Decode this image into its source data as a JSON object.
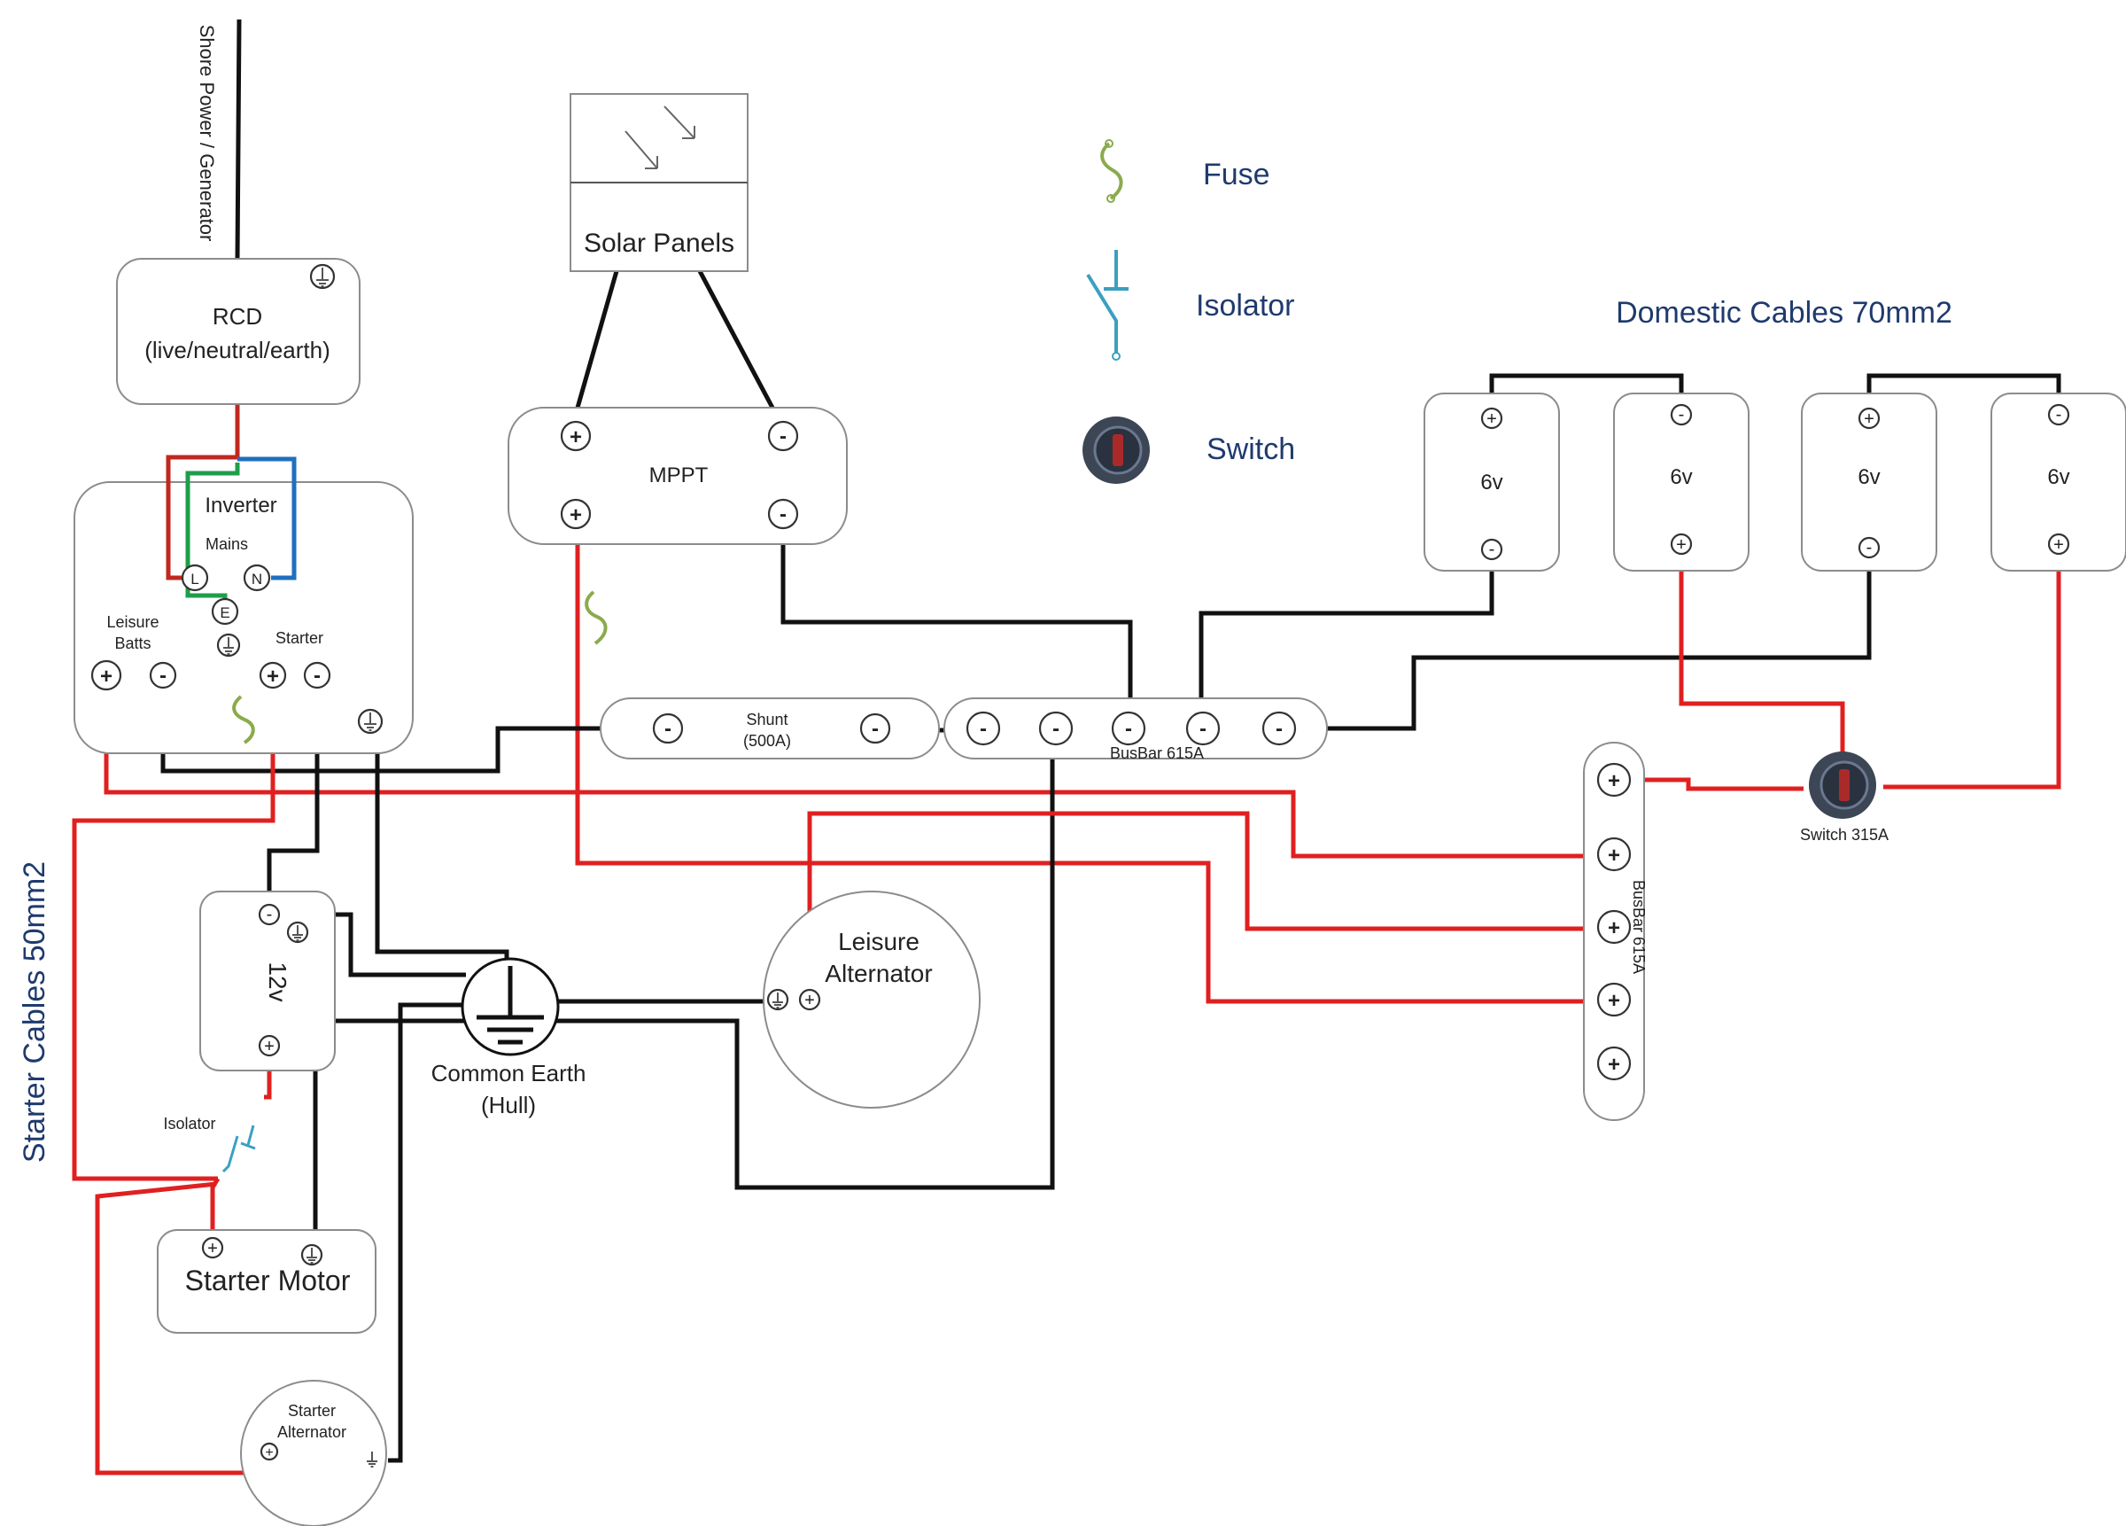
{
  "title": "",
  "legend": {
    "fuse_label": "Fuse",
    "isolator_label": "Isolator",
    "switch_label": "Switch",
    "fuse_icon": "fuse-icon",
    "isolator_icon": "isolator-icon",
    "switch_icon": "battery-switch-icon"
  },
  "cable_labels": {
    "domestic": "Domestic Cables 70mm2",
    "starter": "Starter Cables 50mm2"
  },
  "shore": {
    "label": "Shore Power / Generator"
  },
  "rcd": {
    "line1": "RCD",
    "line2": "(live/neutral/earth)"
  },
  "inverter": {
    "label": "Inverter",
    "mains": "Mains",
    "l": "L",
    "n": "N",
    "e": "E",
    "leisure1": "Leisure",
    "leisure2": "Batts",
    "starter": "Starter"
  },
  "solar": {
    "label": "Solar Panels"
  },
  "mppt": {
    "label": "MPPT"
  },
  "shunt": {
    "line1": "Shunt",
    "line2": "(500A)"
  },
  "busbar_neg": {
    "label": "BusBar 615A"
  },
  "busbar_pos": {
    "label": "BusBar 615A"
  },
  "switch_main": {
    "label": "Switch 315A"
  },
  "batteries": {
    "b1": "6v",
    "b2": "6v",
    "b3": "6v",
    "b4": "6v"
  },
  "battery12": {
    "label": "12v"
  },
  "isolator": {
    "label": "Isolator"
  },
  "starter_motor": {
    "label": "Starter Motor"
  },
  "common_earth": {
    "line1": "Common Earth",
    "line2": "(Hull)"
  },
  "leisure_alt": {
    "line1": "Leisure",
    "line2": "Alternator"
  },
  "starter_alt": {
    "line1": "Starter",
    "line2": "Alternator"
  },
  "symbols": {
    "plus": "+",
    "minus": "-"
  },
  "colors": {
    "positive": "#e02020",
    "negative": "#111111",
    "live": "#c0281f",
    "neutral": "#1f6fbf",
    "earth": "#1e9e4a",
    "label_blue": "#1f3a6e",
    "fuse": "#8aab4b",
    "isolator": "#3aa0c0"
  }
}
